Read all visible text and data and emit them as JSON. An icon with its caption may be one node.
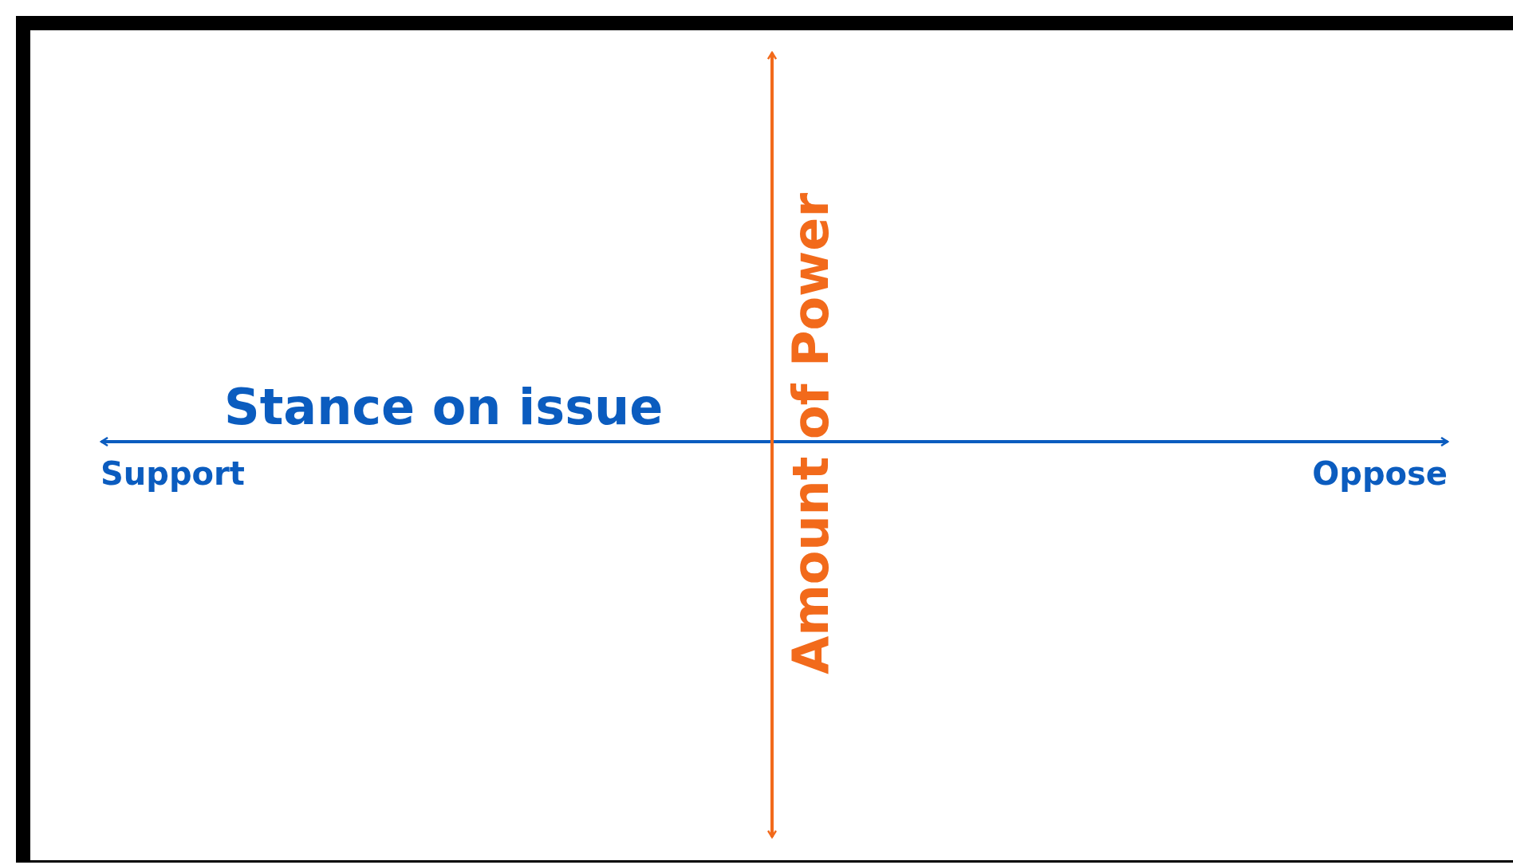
{
  "diagram": {
    "labels": [
      "Stance on issue",
      "Support",
      "Oppose",
      "Amount of Power"
    ]
  }
}
